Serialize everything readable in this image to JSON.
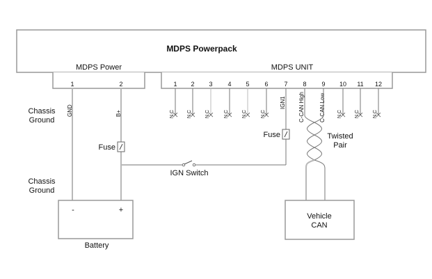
{
  "title": "MDPS Powerpack",
  "power_connector": {
    "label": "MDPS Power",
    "pins": [
      {
        "num": "1",
        "signal": "GND"
      },
      {
        "num": "2",
        "signal": "B+"
      }
    ]
  },
  "unit_connector": {
    "label": "MDPS UNIT",
    "pins": [
      {
        "num": "1",
        "signal": "N.C"
      },
      {
        "num": "2",
        "signal": "N.C"
      },
      {
        "num": "3",
        "signal": "N.C"
      },
      {
        "num": "4",
        "signal": "N.C"
      },
      {
        "num": "5",
        "signal": "N.C"
      },
      {
        "num": "6",
        "signal": "N.C"
      },
      {
        "num": "7",
        "signal": "IGN1"
      },
      {
        "num": "8",
        "signal": "C-CAN High"
      },
      {
        "num": "9",
        "signal": "C-CAN Low"
      },
      {
        "num": "10",
        "signal": "N.C"
      },
      {
        "num": "11",
        "signal": "N.C"
      },
      {
        "num": "12",
        "signal": "N.C"
      }
    ]
  },
  "labels": {
    "chassis_ground_top": [
      "Chassis",
      "Ground"
    ],
    "chassis_ground_bottom": [
      "Chassis",
      "Ground"
    ],
    "fuse_left": "Fuse",
    "fuse_right": "Fuse",
    "ign_switch": "IGN Switch",
    "twisted_pair": [
      "Twisted",
      "Pair"
    ],
    "battery": "Battery",
    "battery_minus": "-",
    "battery_plus": "+",
    "vehicle_can": [
      "Vehicle",
      "CAN"
    ]
  }
}
